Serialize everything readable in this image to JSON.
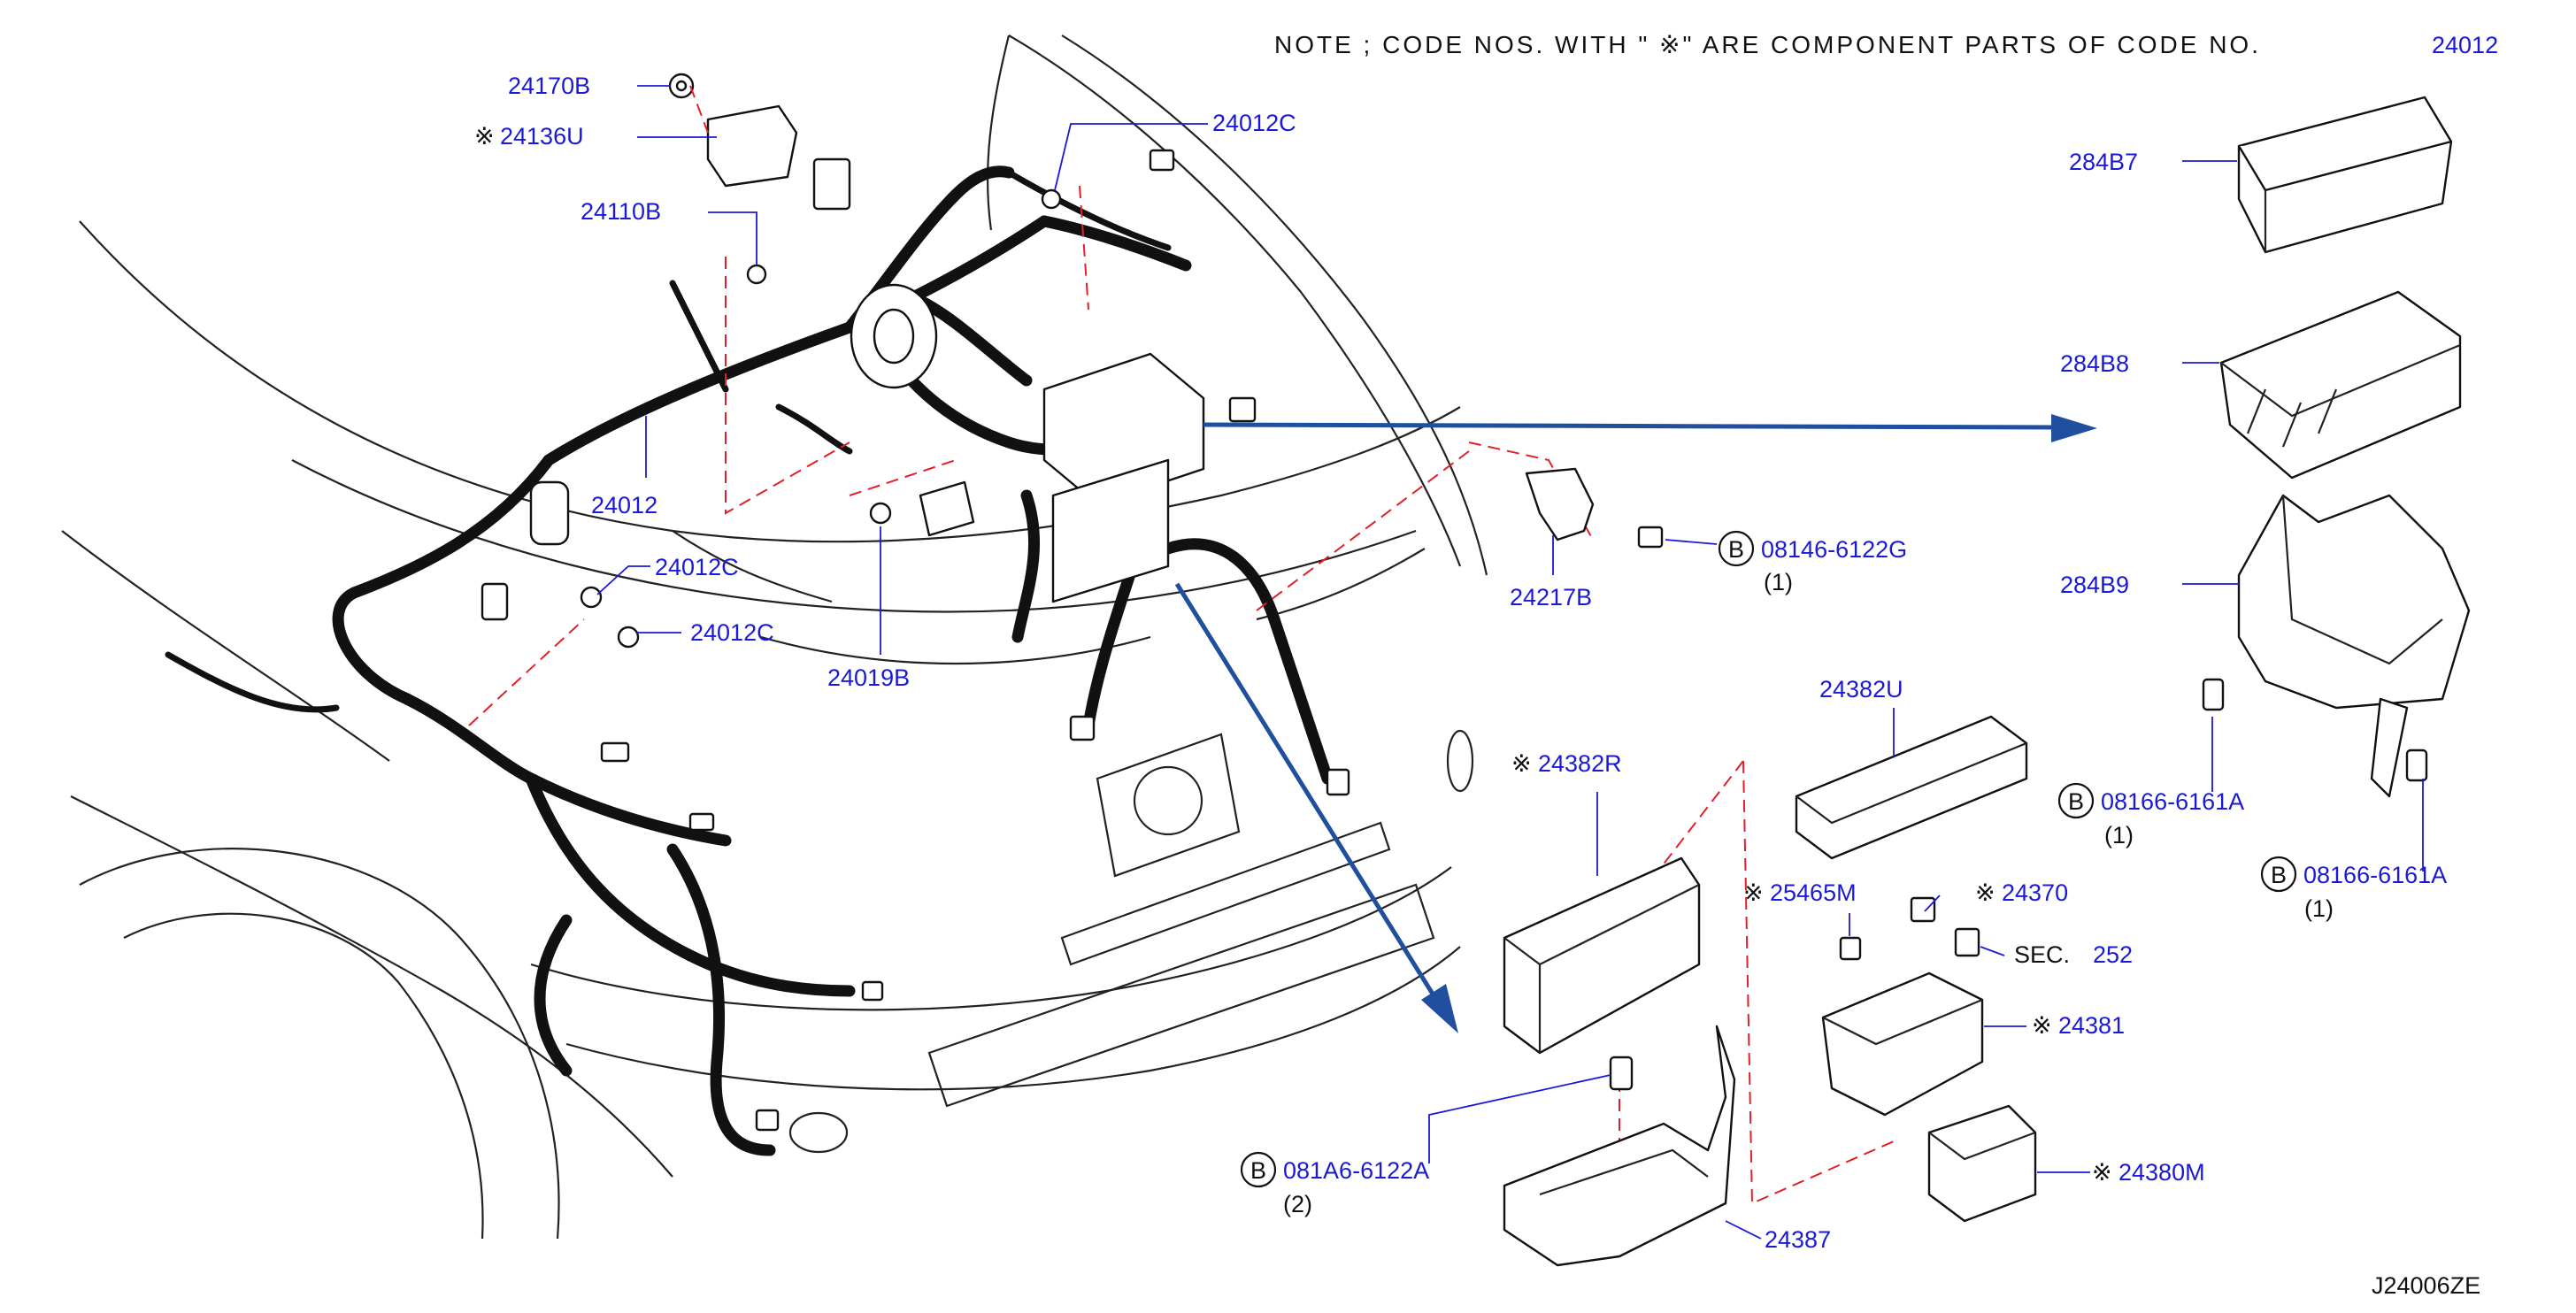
{
  "note": {
    "text": "NOTE ; CODE NOS. WITH \" ※\" ARE COMPONENT PARTS OF CODE NO.",
    "code": "24012"
  },
  "diagram_code": "J24006ZE",
  "symbols": {
    "component_mark": "※",
    "bolt_mark": "B"
  },
  "labels": {
    "p24170B": "24170B",
    "p24136U": "24136U",
    "p24110B": "24110B",
    "p24012C_top": "24012C",
    "p24012": "24012",
    "p24012C_a": "24012C",
    "p24012C_b": "24012C",
    "p24019B": "24019B",
    "p24217B": "24217B",
    "p284B7": "284B7",
    "p284B8": "284B8",
    "p284B9": "284B9",
    "p24382U": "24382U",
    "p24382R": "24382R",
    "p25465M": "25465M",
    "p24370": "24370",
    "sec_prefix": "SEC.",
    "sec_code": "252",
    "p24381": "24381",
    "p24380M": "24380M",
    "p24387": "24387"
  },
  "bolts": {
    "b1": {
      "code": "08146-6122G",
      "qty": "(1)"
    },
    "b2": {
      "code": "08166-6161A",
      "qty": "(1)"
    },
    "b3": {
      "code": "08166-6161A",
      "qty": "(1)"
    },
    "b4": {
      "code": "081A6-6122A",
      "qty": "(2)"
    }
  },
  "colors": {
    "label": "#1a1ad6",
    "leader": "#1a1ad6",
    "arrow": "#1f4f9e",
    "dashed_reference": "#e0202a",
    "line_art": "#111111"
  }
}
